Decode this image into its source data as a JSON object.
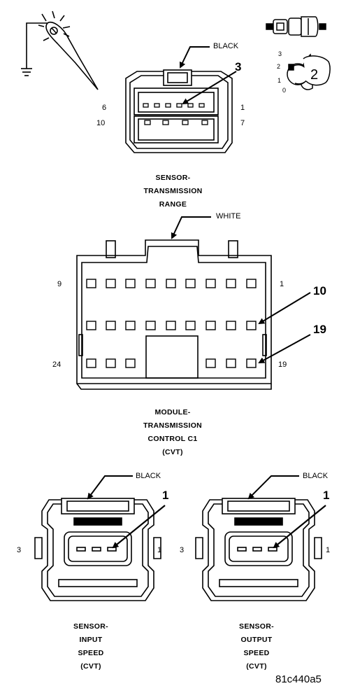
{
  "figure_id": "81c440a5",
  "key_diagram": {
    "positions": [
      "3",
      "2",
      "1",
      "0"
    ],
    "key_number": "2"
  },
  "sensor_transmission_range": {
    "title": [
      "SENSOR-",
      "TRANSMISSION",
      "RANGE"
    ],
    "color": "BLACK",
    "callout": "3",
    "pin_labels": {
      "top_left": "6",
      "top_right": "1",
      "bottom_left": "10",
      "bottom_right": "7"
    }
  },
  "module_transmission_control": {
    "title": [
      "MODULE-",
      "TRANSMISSION",
      "CONTROL C1",
      "(CVT)"
    ],
    "color": "WHITE",
    "callouts": [
      "10",
      "19"
    ],
    "pin_labels": {
      "top_left": "9",
      "top_right": "1",
      "bottom_left": "24",
      "bottom_right": "19"
    }
  },
  "sensor_input_speed": {
    "title": [
      "SENSOR-",
      "INPUT",
      "SPEED",
      "(CVT)"
    ],
    "color": "BLACK",
    "callout": "1",
    "pin_labels": {
      "left": "3",
      "right": "1"
    }
  },
  "sensor_output_speed": {
    "title": [
      "SENSOR-",
      "OUTPUT",
      "SPEED",
      "(CVT)"
    ],
    "color": "BLACK",
    "callout": "1",
    "pin_labels": {
      "left": "3",
      "right": "1"
    }
  }
}
